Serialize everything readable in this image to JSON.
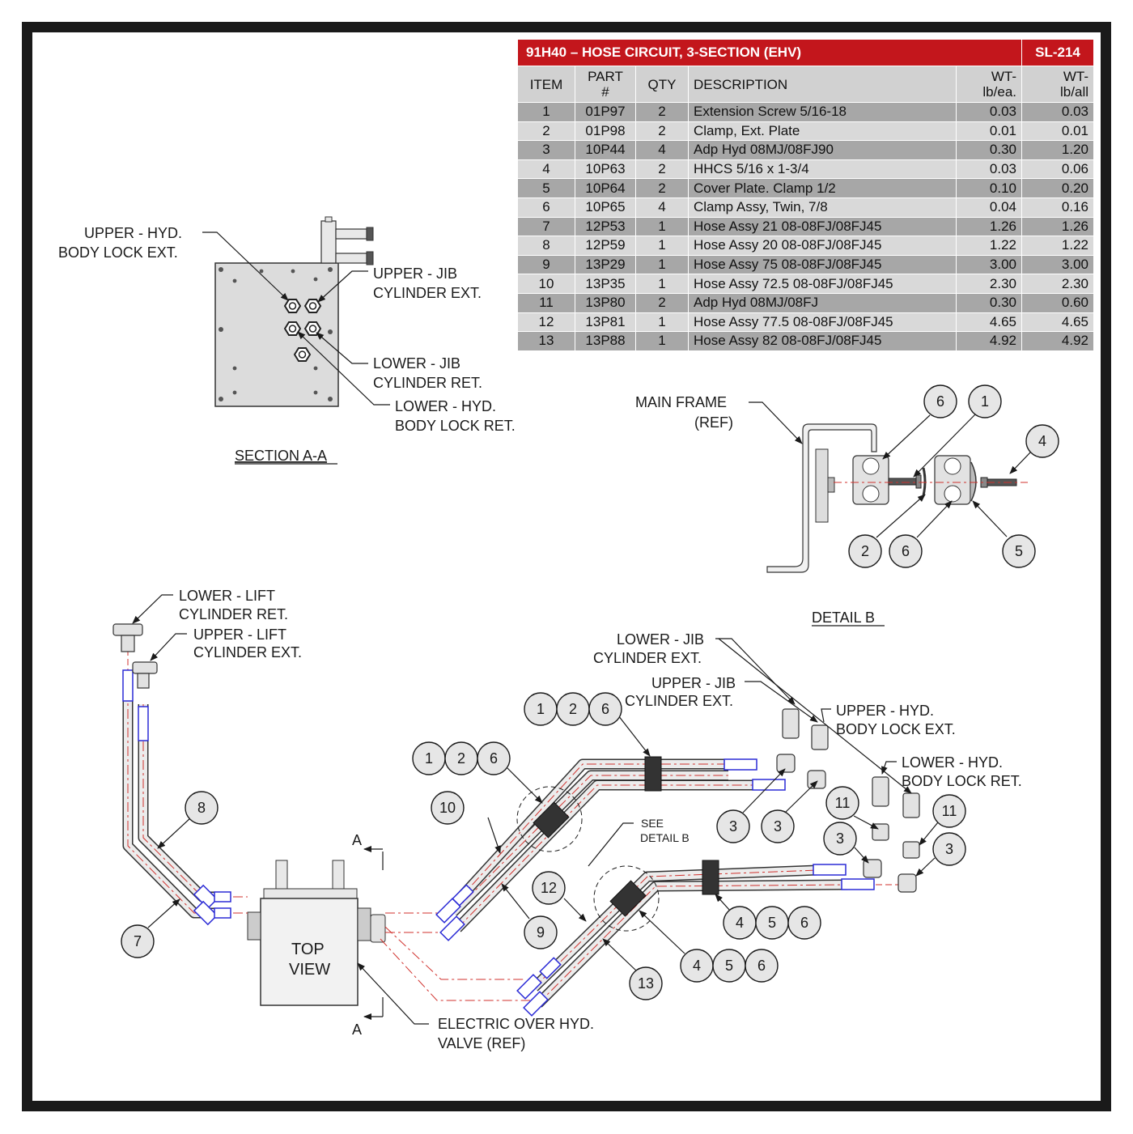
{
  "bom": {
    "title": "91H40 – HOSE CIRCUIT, 3-SECTION (EHV)",
    "sheet": "SL-214",
    "headers": {
      "item": "ITEM",
      "part": "PART\n#",
      "qty": "QTY",
      "description": "DESCRIPTION",
      "wt_each": "WT-\nlb/ea.",
      "wt_all": "WT-\nlb/all"
    },
    "rows": [
      {
        "item": "1",
        "part": "01P97",
        "qty": "2",
        "desc": "Extension Screw 5/16-18",
        "wt_each": "0.03",
        "wt_all": "0.03"
      },
      {
        "item": "2",
        "part": "01P98",
        "qty": "2",
        "desc": "Clamp, Ext. Plate",
        "wt_each": "0.01",
        "wt_all": "0.01"
      },
      {
        "item": "3",
        "part": "10P44",
        "qty": "4",
        "desc": "Adp Hyd 08MJ/08FJ90",
        "wt_each": "0.30",
        "wt_all": "1.20"
      },
      {
        "item": "4",
        "part": "10P63",
        "qty": "2",
        "desc": "HHCS 5/16 x 1-3/4",
        "wt_each": "0.03",
        "wt_all": "0.06"
      },
      {
        "item": "5",
        "part": "10P64",
        "qty": "2",
        "desc": "Cover Plate. Clamp 1/2",
        "wt_each": "0.10",
        "wt_all": "0.20"
      },
      {
        "item": "6",
        "part": "10P65",
        "qty": "4",
        "desc": "Clamp Assy, Twin, 7/8",
        "wt_each": "0.04",
        "wt_all": "0.16"
      },
      {
        "item": "7",
        "part": "12P53",
        "qty": "1",
        "desc": "Hose Assy 21 08-08FJ/08FJ45",
        "wt_each": "1.26",
        "wt_all": "1.26"
      },
      {
        "item": "8",
        "part": "12P59",
        "qty": "1",
        "desc": "Hose Assy 20 08-08FJ/08FJ45",
        "wt_each": "1.22",
        "wt_all": "1.22"
      },
      {
        "item": "9",
        "part": "13P29",
        "qty": "1",
        "desc": "Hose Assy 75 08-08FJ/08FJ45",
        "wt_each": "3.00",
        "wt_all": "3.00"
      },
      {
        "item": "10",
        "part": "13P35",
        "qty": "1",
        "desc": "Hose Assy 72.5 08-08FJ/08FJ45",
        "wt_each": "2.30",
        "wt_all": "2.30"
      },
      {
        "item": "11",
        "part": "13P80",
        "qty": "2",
        "desc": "Adp Hyd 08MJ/08FJ",
        "wt_each": "0.30",
        "wt_all": "0.60"
      },
      {
        "item": "12",
        "part": "13P81",
        "qty": "1",
        "desc": "Hose Assy 77.5 08-08FJ/08FJ45",
        "wt_each": "4.65",
        "wt_all": "4.65"
      },
      {
        "item": "13",
        "part": "13P88",
        "qty": "1",
        "desc": "Hose Assy 82 08-08FJ/08FJ45",
        "wt_each": "4.92",
        "wt_all": "4.92"
      }
    ]
  },
  "section_aa": {
    "title": "SECTION A-A",
    "upper_hyd_1": "UPPER - HYD.",
    "upper_hyd_2": "BODY LOCK EXT.",
    "upper_jib_1": "UPPER - JIB",
    "upper_jib_2": "CYLINDER EXT.",
    "lower_jib_1": "LOWER - JIB",
    "lower_jib_2": "CYLINDER RET.",
    "lower_hyd_1": "LOWER - HYD.",
    "lower_hyd_2": "BODY LOCK RET."
  },
  "detail_b": {
    "title": "DETAIL B",
    "main_frame_1": "MAIN FRAME",
    "main_frame_2": "(REF)",
    "bubbles": [
      "6",
      "1",
      "4",
      "2",
      "6",
      "5"
    ]
  },
  "main_view": {
    "lower_lift_1": "LOWER - LIFT",
    "lower_lift_2": "CYLINDER RET.",
    "upper_lift_1": "UPPER - LIFT",
    "upper_lift_2": "CYLINDER EXT.",
    "lower_jib_1": "LOWER - JIB",
    "lower_jib_2": "CYLINDER EXT.",
    "upper_jib_1": "UPPER - JIB",
    "upper_jib_2": "CYLINDER EXT.",
    "upper_hyd_1": "UPPER - HYD.",
    "upper_hyd_2": "BODY LOCK EXT.",
    "lower_hyd_1": "LOWER - HYD.",
    "lower_hyd_2": "BODY LOCK RET.",
    "see_detail_1": "SEE",
    "see_detail_2": "DETAIL B",
    "top_view_1": "TOP",
    "top_view_2": "VIEW",
    "valve_1": "ELECTRIC OVER HYD.",
    "valve_2": "VALVE (REF)",
    "section_letter": "A",
    "bubbles": [
      "1",
      "2",
      "6",
      "1",
      "2",
      "6",
      "10",
      "9",
      "8",
      "7",
      "3",
      "3",
      "11",
      "3",
      "11",
      "3",
      "4",
      "5",
      "6",
      "12",
      "13",
      "4",
      "5",
      "6"
    ]
  },
  "colors": {
    "title_bar": "#c3161c",
    "row_dark": "#a7a7a7",
    "row_light": "#d9d9d9",
    "hose_centerline": "#d0312d",
    "fitting_blue": "#2b2bd6",
    "frame": "#1a1a1a"
  }
}
